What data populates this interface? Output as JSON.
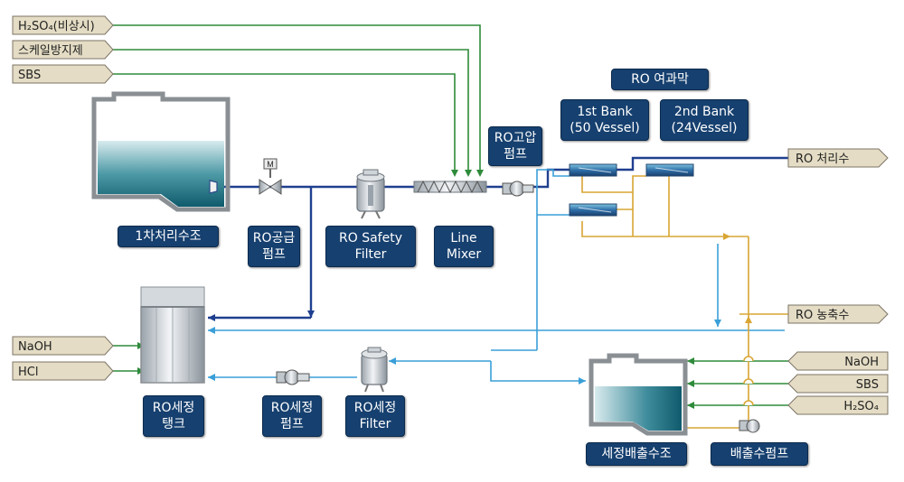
{
  "chemicals": {
    "h2so4_emergency": "H₂SO₄(비상시)",
    "scale_inhibitor": "스케일방지제",
    "sbs_top": "SBS",
    "naoh_left": "NaOH",
    "hcl_left": "HCl",
    "ro_permeate": "RO 처리수",
    "ro_concentrate": "RO 농축수",
    "naoh_right": "NaOH",
    "sbs_right": "SBS",
    "h2so4_right": "H₂SO₄"
  },
  "labels": {
    "primary_tank": "1차처리수조",
    "ro_feed_pump": [
      "RO공급",
      "펌프"
    ],
    "safety_filter": [
      "RO Safety",
      "Filter"
    ],
    "line_mixer": [
      "Line",
      "Mixer"
    ],
    "hp_pump": [
      "RO고압",
      "펌프"
    ],
    "membrane_title": "RO 여과막",
    "bank1": [
      "1st Bank",
      "(50 Vessel)"
    ],
    "bank2": [
      "2nd Bank",
      "(24Vessel)"
    ],
    "cip_tank": [
      "RO세정",
      "탱크"
    ],
    "cip_pump": [
      "RO세정",
      "펌프"
    ],
    "cip_filter": [
      "RO세정",
      "Filter"
    ],
    "drain_tank": "세정배출수조",
    "drain_pump": "배출수펌프"
  },
  "equipment": {
    "motor_mark": "M"
  },
  "colors": {
    "main_line": "#1f3f8f",
    "cip_line": "#3a9fd8",
    "concentrate_line": "#d9a534",
    "chemical_line": "#2e8b3a",
    "label_bg": "#16406f",
    "tag_bg": "#e4dcc4"
  }
}
